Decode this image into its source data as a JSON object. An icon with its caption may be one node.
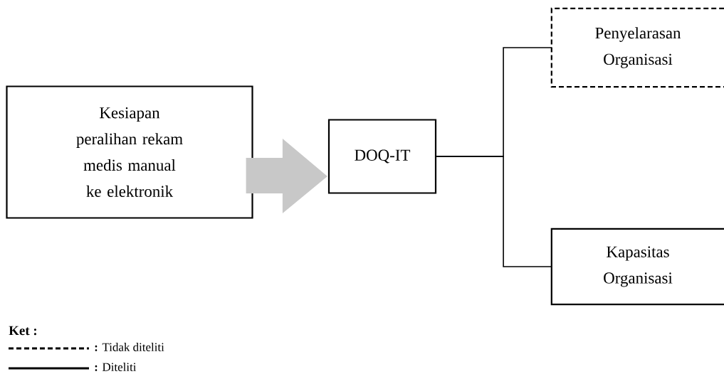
{
  "diagram": {
    "nodes": [
      {
        "text": [
          "Kesiapan peralihan rekam medis manual ke elektronik"
        ]
      },
      {
        "text": [
          "DOQ-IT"
        ]
      },
      {
        "text": [
          "Penyelarasan Organisasi"
        ]
      },
      {
        "text": [
          "Kapasitas Organisasi"
        ]
      }
    ],
    "edges": [
      {
        "from": 0,
        "to": 1,
        "arrow": "to",
        "style": "thick",
        "color": "#c8c8c8"
      },
      {
        "from": 1,
        "to": 2,
        "arrow": "none"
      },
      {
        "from": 1,
        "to": 3,
        "arrow": "none"
      }
    ],
    "labels": [
      "Ket :"
    ],
    "legend": [
      {
        "text": "**:** Tidak diteliti"
      },
      {
        "text": "**:** Diteliti"
      }
    ]
  }
}
